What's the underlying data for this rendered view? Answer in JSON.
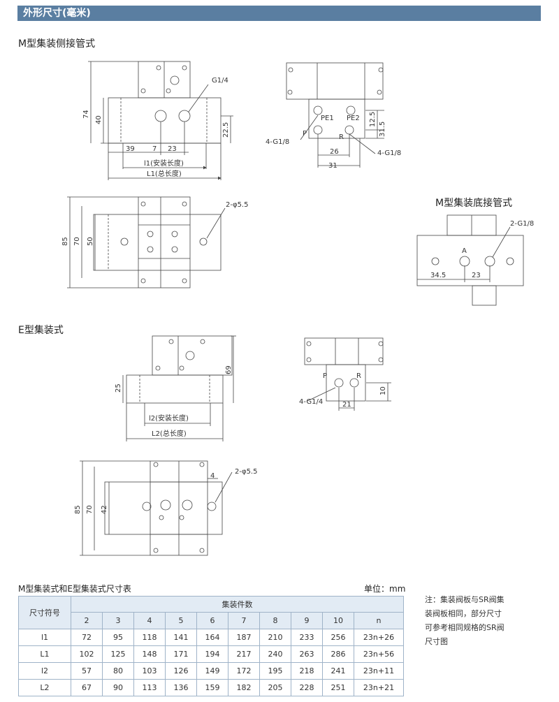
{
  "header": {
    "title": "外形尺寸(毫米)"
  },
  "sections": {
    "m_side": "M型集装侧接管式",
    "m_bottom": "M型集装底接管式",
    "e_type": "E型集装式"
  },
  "labels": {
    "g14": "G1/4",
    "d74": "74",
    "d40": "40",
    "d22_5": "22.5",
    "d39": "39",
    "d7": "7",
    "d23": "23",
    "l1_install": "l1(安装长度)",
    "l1_total": "L1(总长度)",
    "pe1": "PE1",
    "pe2": "PE2",
    "p": "P",
    "r": "R",
    "d12_5": "12.5",
    "d31_5": "31.5",
    "g18_4_left": "4-G1/8",
    "g18_4_right": "4-G1/8",
    "d26": "26",
    "d31": "31",
    "d85": "85",
    "d70": "70",
    "d50": "50",
    "hole_top": "2-φ5.5",
    "mb_g18": "2-G1/8",
    "mb_a": "A",
    "mb_34_5": "34.5",
    "mb_23": "23",
    "e_25": "25",
    "e_69": "69",
    "l2_install": "l2(安装长度)",
    "l2_total": "L2(总长度)",
    "e_p": "P",
    "e_r": "R",
    "e_g14": "4-G1/4",
    "e_21": "21",
    "e_10": "10",
    "eb_85": "85",
    "eb_70": "70",
    "eb_42": "42",
    "eb_hole": "2-φ5.5",
    "eb_4": "4"
  },
  "table": {
    "title": "M型集装式和E型集装式尺寸表",
    "unit": "单位：mm",
    "symbol_header": "尺寸符号",
    "group_header": "集装件数",
    "columns": [
      "2",
      "3",
      "4",
      "5",
      "6",
      "7",
      "8",
      "9",
      "10",
      "n"
    ],
    "rows": [
      {
        "symbol": "l1",
        "values": [
          "72",
          "95",
          "118",
          "141",
          "164",
          "187",
          "210",
          "233",
          "256",
          "23n+26"
        ]
      },
      {
        "symbol": "L1",
        "values": [
          "102",
          "125",
          "148",
          "171",
          "194",
          "217",
          "240",
          "263",
          "286",
          "23n+56"
        ]
      },
      {
        "symbol": "l2",
        "values": [
          "57",
          "80",
          "103",
          "126",
          "149",
          "172",
          "195",
          "218",
          "241",
          "23n+11"
        ]
      },
      {
        "symbol": "L2",
        "values": [
          "67",
          "90",
          "113",
          "136",
          "159",
          "182",
          "205",
          "228",
          "251",
          "23n+21"
        ]
      }
    ]
  },
  "note": "注：集装阀板与SR阀集装阀板相同，部分尺寸可参考相同规格的SR阀尺寸图"
}
